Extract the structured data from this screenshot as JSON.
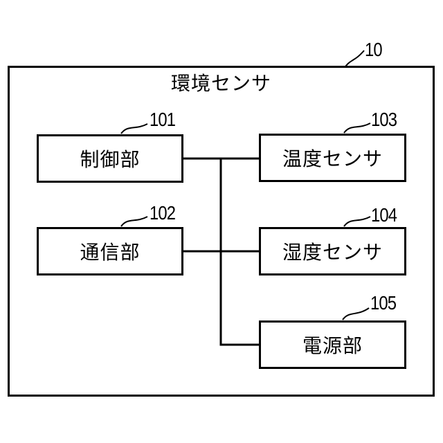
{
  "figure": {
    "ref_label": "10",
    "title": "環境センサ"
  },
  "blocks": [
    {
      "ref": "101",
      "label": "制御部"
    },
    {
      "ref": "102",
      "label": "通信部"
    },
    {
      "ref": "103",
      "label": "温度センサ"
    },
    {
      "ref": "104",
      "label": "湿度センサ"
    },
    {
      "ref": "105",
      "label": "電源部"
    }
  ],
  "colors": {
    "line": "#000000",
    "background": "#ffffff"
  }
}
